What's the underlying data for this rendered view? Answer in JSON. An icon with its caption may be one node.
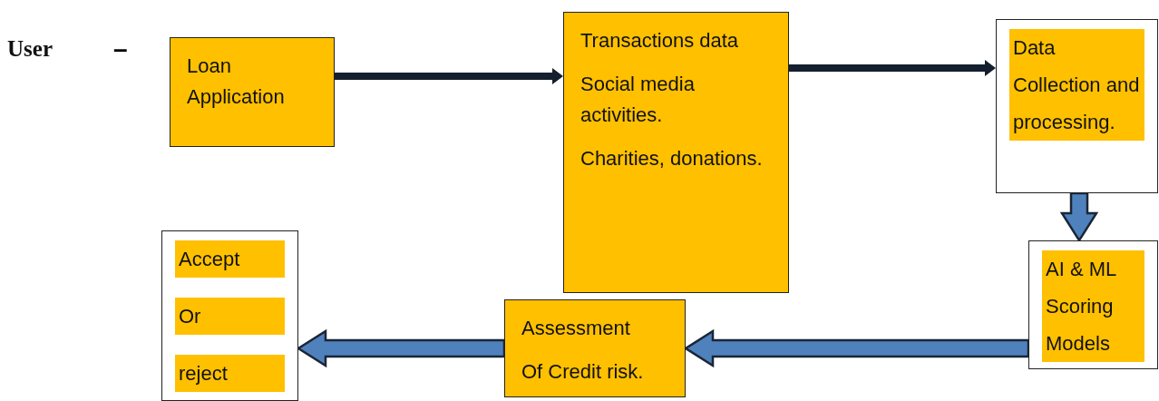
{
  "diagram": {
    "nodes": [
      {
        "text": [
          "User"
        ]
      },
      {
        "text": [
          "Loan Application"
        ]
      },
      {
        "text": [
          "Transactions data",
          "Social media activities.",
          "Charities, donations."
        ]
      },
      {
        "text": [
          "Data Collection and processing."
        ]
      },
      {
        "text": [
          "AI & ML Scoring Models"
        ]
      },
      {
        "text": [
          "Assessment",
          "Of Credit risk."
        ]
      },
      {
        "text": [
          "Accept",
          "Or",
          "reject"
        ]
      }
    ],
    "edges": [
      {
        "from": 1,
        "to": 2,
        "arrow": "to",
        "color": "#14202e"
      },
      {
        "from": 2,
        "to": 3,
        "arrow": "to",
        "color": "#14202e"
      },
      {
        "from": 3,
        "to": 4,
        "arrow": "to",
        "style": "thick"
      },
      {
        "from": 4,
        "to": 5,
        "arrow": "to",
        "style": "thick"
      },
      {
        "from": 5,
        "to": 6,
        "arrow": "to",
        "style": "thick"
      }
    ],
    "labels": [
      "–"
    ]
  }
}
